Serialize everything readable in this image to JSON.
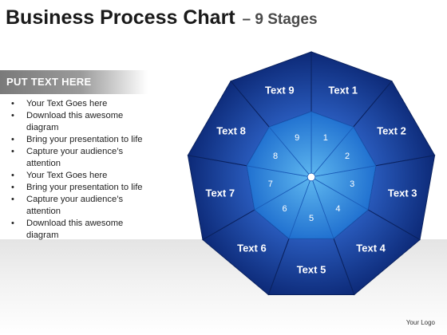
{
  "title": {
    "main": "Business Process Chart",
    "sub": "– 9 Stages"
  },
  "sidebar": {
    "heading": "PUT  TEXT HERE",
    "bullets": [
      "Your Text Goes here",
      "Download this awesome diagram",
      "Bring your presentation to life",
      "Capture your audience’s attention",
      "Your Text Goes here",
      "Bring your presentation to life",
      "Capture your audience’s attention",
      "Download this awesome diagram"
    ]
  },
  "diagram": {
    "segments": [
      {
        "number": "1",
        "label": "Text 1"
      },
      {
        "number": "2",
        "label": "Text 2"
      },
      {
        "number": "3",
        "label": "Text 3"
      },
      {
        "number": "4",
        "label": "Text 4"
      },
      {
        "number": "5",
        "label": "Text 5"
      },
      {
        "number": "6",
        "label": "Text 6"
      },
      {
        "number": "7",
        "label": "Text 7"
      },
      {
        "number": "8",
        "label": "Text 8"
      },
      {
        "number": "9",
        "label": "Text 9"
      }
    ],
    "colors": {
      "outer_dark": "#0d2a78",
      "outer_light": "#2e63c8",
      "inner_light": "#5fb8f0",
      "inner_dark": "#1f6fcf",
      "separator": "#0a225f"
    }
  },
  "footer": {
    "logo_text": "Your Logo"
  }
}
